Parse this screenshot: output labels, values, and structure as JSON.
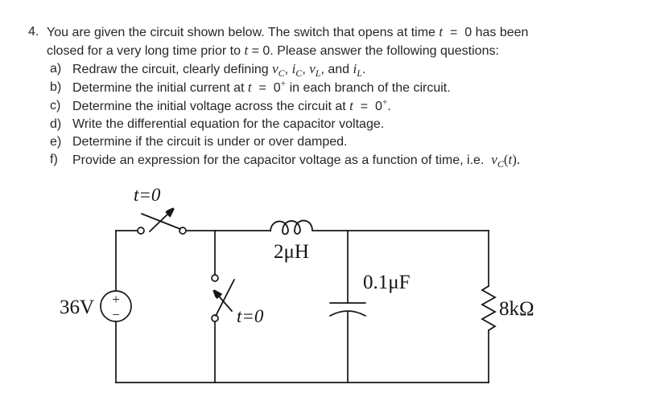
{
  "problem": {
    "number": "4.",
    "line1": {
      "s1": "You are given the circuit shown below. The switch that opens at time ",
      "m1": "t",
      "s2": "  =  0 has been"
    },
    "line2": {
      "s1": "closed for a very long time prior to ",
      "m1": "t",
      "s2": " = 0. Please answer the following questions:"
    },
    "items": {
      "a": {
        "label": "a)",
        "s1": "Redraw the circuit, clearly defining ",
        "m1": "v",
        "b1": "C",
        "s2": ", ",
        "m2": "i",
        "b2": "C",
        "s3": ", ",
        "m3": "v",
        "b3": "L",
        "s4": ", and ",
        "m4": "i",
        "b4": "L",
        "s5": "."
      },
      "b": {
        "label": "b)",
        "s1": "Determine the initial current at ",
        "m1": "t",
        "s2": "  =  0",
        "sup": "+",
        "s3": " in each branch of the circuit."
      },
      "c": {
        "label": "c)",
        "s1": "Determine the initial voltage across the circuit at ",
        "m1": "t",
        "s2": "  =  0",
        "sup": "+",
        "s3": "."
      },
      "d": {
        "label": "d)",
        "s1": "Write the differential equation for the capacitor voltage."
      },
      "e": {
        "label": "e)",
        "s1": "Determine if the circuit is under or over damped."
      },
      "f": {
        "label": "f)",
        "s1": "Provide an expression for the capacitor voltage as a function of time, i.e.  ",
        "m1": "v",
        "b1": "C",
        "s2": "(",
        "m2": "t",
        "s3": ")."
      }
    }
  },
  "circuit": {
    "source": {
      "label": "36V",
      "plus": "+",
      "minus": "−"
    },
    "switch_top": {
      "label": "t=0"
    },
    "switch_middle": {
      "label": "t=0"
    },
    "inductor": {
      "label": "2μH"
    },
    "capacitor": {
      "label": "0.1μF"
    },
    "resistor": {
      "label": "8kΩ"
    },
    "ink": "#151515"
  }
}
